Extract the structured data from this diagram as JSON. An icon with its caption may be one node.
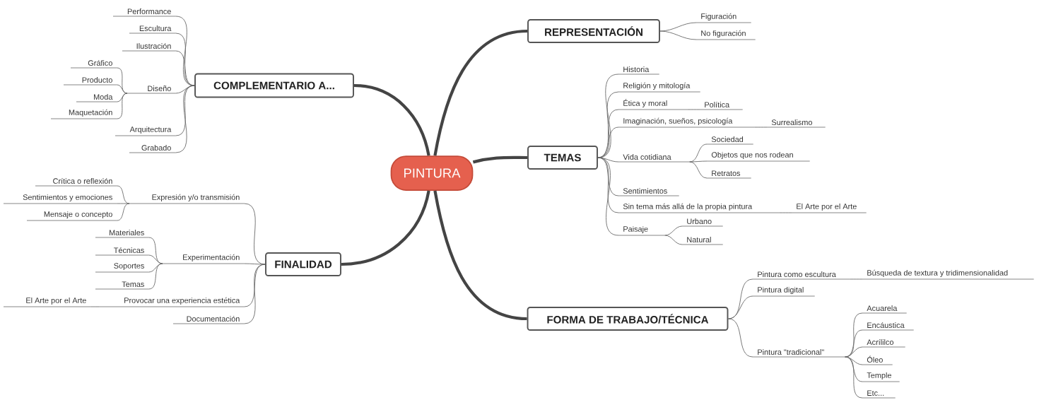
{
  "diagram": {
    "nodes": [
      {
        "text": [
          "PINTURA"
        ]
      },
      {
        "text": [
          "REPRESENTACIÓN"
        ]
      },
      {
        "text": [
          "Figuración"
        ]
      },
      {
        "text": [
          "No figuración"
        ]
      },
      {
        "text": [
          "TEMAS"
        ]
      },
      {
        "text": [
          "Historia"
        ]
      },
      {
        "text": [
          "Religión y mitología"
        ]
      },
      {
        "text": [
          "Ética y moral"
        ]
      },
      {
        "text": [
          "Política"
        ]
      },
      {
        "text": [
          "Imaginación, sueños, psicología"
        ]
      },
      {
        "text": [
          "Surrealismo"
        ]
      },
      {
        "text": [
          "Vida cotidiana"
        ]
      },
      {
        "text": [
          "Sociedad"
        ]
      },
      {
        "text": [
          "Objetos que nos rodean"
        ]
      },
      {
        "text": [
          "Retratos"
        ]
      },
      {
        "text": [
          "Sentimientos"
        ]
      },
      {
        "text": [
          "Sin tema más allá de la propia pintura"
        ]
      },
      {
        "text": [
          "El Arte por el Arte"
        ]
      },
      {
        "text": [
          "Paisaje"
        ]
      },
      {
        "text": [
          "Urbano"
        ]
      },
      {
        "text": [
          "Natural"
        ]
      },
      {
        "text": [
          "FORMA DE TRABAJO/TÉCNICA"
        ]
      },
      {
        "text": [
          "Pintura como escultura"
        ]
      },
      {
        "text": [
          "Búsqueda de textura y tridimensionalidad"
        ]
      },
      {
        "text": [
          "Pintura digital"
        ]
      },
      {
        "text": [
          "Pintura \"tradicional\""
        ]
      },
      {
        "text": [
          "Acuarela"
        ]
      },
      {
        "text": [
          "Encáustica"
        ]
      },
      {
        "text": [
          "Acrílilco"
        ]
      },
      {
        "text": [
          "Óleo"
        ]
      },
      {
        "text": [
          "Temple"
        ]
      },
      {
        "text": [
          "Etc..."
        ]
      },
      {
        "text": [
          "COMPLEMENTARIO A..."
        ]
      },
      {
        "text": [
          "Performance"
        ]
      },
      {
        "text": [
          "Escultura"
        ]
      },
      {
        "text": [
          "Ilustración"
        ]
      },
      {
        "text": [
          "Diseño"
        ]
      },
      {
        "text": [
          "Gráfico"
        ]
      },
      {
        "text": [
          "Producto"
        ]
      },
      {
        "text": [
          "Moda"
        ]
      },
      {
        "text": [
          "Maquetación"
        ]
      },
      {
        "text": [
          "Arquitectura"
        ]
      },
      {
        "text": [
          "Grabado"
        ]
      },
      {
        "text": [
          "FINALIDAD"
        ]
      },
      {
        "text": [
          "Expresión y/o transmisión"
        ]
      },
      {
        "text": [
          "Crítica o reflexión"
        ]
      },
      {
        "text": [
          "Sentimientos y emociones"
        ]
      },
      {
        "text": [
          "Mensaje o concepto"
        ]
      },
      {
        "text": [
          "Experimentación"
        ]
      },
      {
        "text": [
          "Materiales"
        ]
      },
      {
        "text": [
          "Técnicas"
        ]
      },
      {
        "text": [
          "Soportes"
        ]
      },
      {
        "text": [
          "Temas"
        ]
      },
      {
        "text": [
          "Provocar una experiencia estética"
        ]
      },
      {
        "text": [
          "El Arte por el Arte"
        ]
      },
      {
        "text": [
          "Documentación"
        ]
      }
    ],
    "edges": [
      {
        "from": 0,
        "to": 1,
        "arrow": "none",
        "style": "thick"
      },
      {
        "from": 0,
        "to": 4,
        "arrow": "none",
        "style": "thick"
      },
      {
        "from": 0,
        "to": 21,
        "arrow": "none",
        "style": "thick"
      },
      {
        "from": 0,
        "to": 32,
        "arrow": "none",
        "style": "thick"
      },
      {
        "from": 0,
        "to": 43,
        "arrow": "none",
        "style": "thick"
      },
      {
        "from": 1,
        "to": 2,
        "arrow": "none"
      },
      {
        "from": 1,
        "to": 3,
        "arrow": "none"
      },
      {
        "from": 4,
        "to": 5,
        "arrow": "none"
      },
      {
        "from": 4,
        "to": 6,
        "arrow": "none"
      },
      {
        "from": 4,
        "to": 7,
        "arrow": "none"
      },
      {
        "from": 7,
        "to": 8,
        "arrow": "none"
      },
      {
        "from": 4,
        "to": 9,
        "arrow": "none"
      },
      {
        "from": 9,
        "to": 10,
        "arrow": "none"
      },
      {
        "from": 4,
        "to": 11,
        "arrow": "none"
      },
      {
        "from": 11,
        "to": 12,
        "arrow": "none"
      },
      {
        "from": 11,
        "to": 13,
        "arrow": "none"
      },
      {
        "from": 11,
        "to": 14,
        "arrow": "none"
      },
      {
        "from": 4,
        "to": 15,
        "arrow": "none"
      },
      {
        "from": 4,
        "to": 16,
        "arrow": "none"
      },
      {
        "from": 16,
        "to": 17,
        "arrow": "none"
      },
      {
        "from": 4,
        "to": 18,
        "arrow": "none"
      },
      {
        "from": 18,
        "to": 19,
        "arrow": "none"
      },
      {
        "from": 18,
        "to": 20,
        "arrow": "none"
      },
      {
        "from": 21,
        "to": 22,
        "arrow": "none"
      },
      {
        "from": 22,
        "to": 23,
        "arrow": "none"
      },
      {
        "from": 21,
        "to": 24,
        "arrow": "none"
      },
      {
        "from": 21,
        "to": 25,
        "arrow": "none"
      },
      {
        "from": 25,
        "to": 26,
        "arrow": "none"
      },
      {
        "from": 25,
        "to": 27,
        "arrow": "none"
      },
      {
        "from": 25,
        "to": 28,
        "arrow": "none"
      },
      {
        "from": 25,
        "to": 29,
        "arrow": "none"
      },
      {
        "from": 25,
        "to": 30,
        "arrow": "none"
      },
      {
        "from": 25,
        "to": 31,
        "arrow": "none"
      },
      {
        "from": 32,
        "to": 33,
        "arrow": "none"
      },
      {
        "from": 32,
        "to": 34,
        "arrow": "none"
      },
      {
        "from": 32,
        "to": 35,
        "arrow": "none"
      },
      {
        "from": 32,
        "to": 36,
        "arrow": "none"
      },
      {
        "from": 36,
        "to": 37,
        "arrow": "none"
      },
      {
        "from": 36,
        "to": 38,
        "arrow": "none"
      },
      {
        "from": 36,
        "to": 39,
        "arrow": "none"
      },
      {
        "from": 36,
        "to": 40,
        "arrow": "none"
      },
      {
        "from": 32,
        "to": 41,
        "arrow": "none"
      },
      {
        "from": 32,
        "to": 42,
        "arrow": "none"
      },
      {
        "from": 43,
        "to": 44,
        "arrow": "none"
      },
      {
        "from": 44,
        "to": 45,
        "arrow": "none"
      },
      {
        "from": 44,
        "to": 46,
        "arrow": "none"
      },
      {
        "from": 44,
        "to": 47,
        "arrow": "none"
      },
      {
        "from": 43,
        "to": 48,
        "arrow": "none"
      },
      {
        "from": 48,
        "to": 49,
        "arrow": "none"
      },
      {
        "from": 48,
        "to": 50,
        "arrow": "none"
      },
      {
        "from": 48,
        "to": 51,
        "arrow": "none"
      },
      {
        "from": 48,
        "to": 52,
        "arrow": "none"
      },
      {
        "from": 43,
        "to": 53,
        "arrow": "none"
      },
      {
        "from": 53,
        "to": 54,
        "arrow": "none"
      },
      {
        "from": 43,
        "to": 55,
        "arrow": "none"
      }
    ]
  }
}
